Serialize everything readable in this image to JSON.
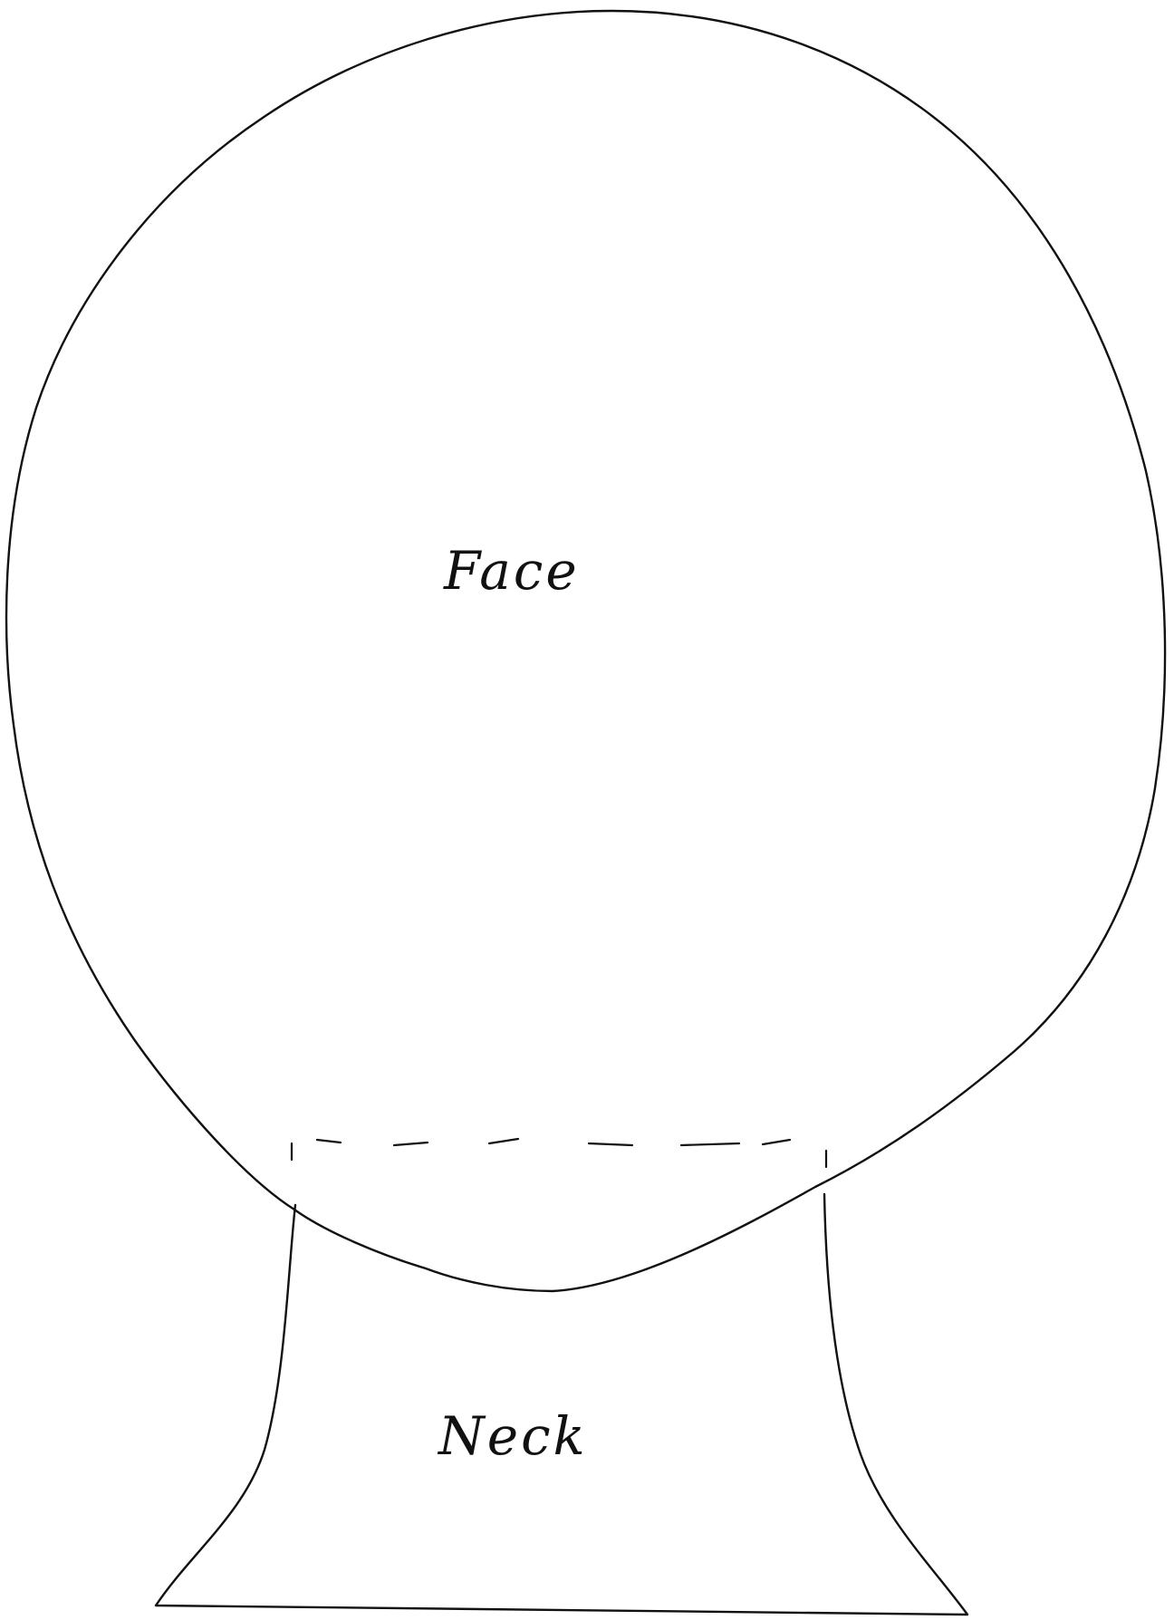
{
  "template": {
    "labels": {
      "face": "Face",
      "neck": "Neck"
    },
    "parts": [
      "head-outline",
      "fold-line",
      "neck-outline"
    ],
    "colors": {
      "ink": "#111111",
      "paper": "#ffffff"
    }
  }
}
